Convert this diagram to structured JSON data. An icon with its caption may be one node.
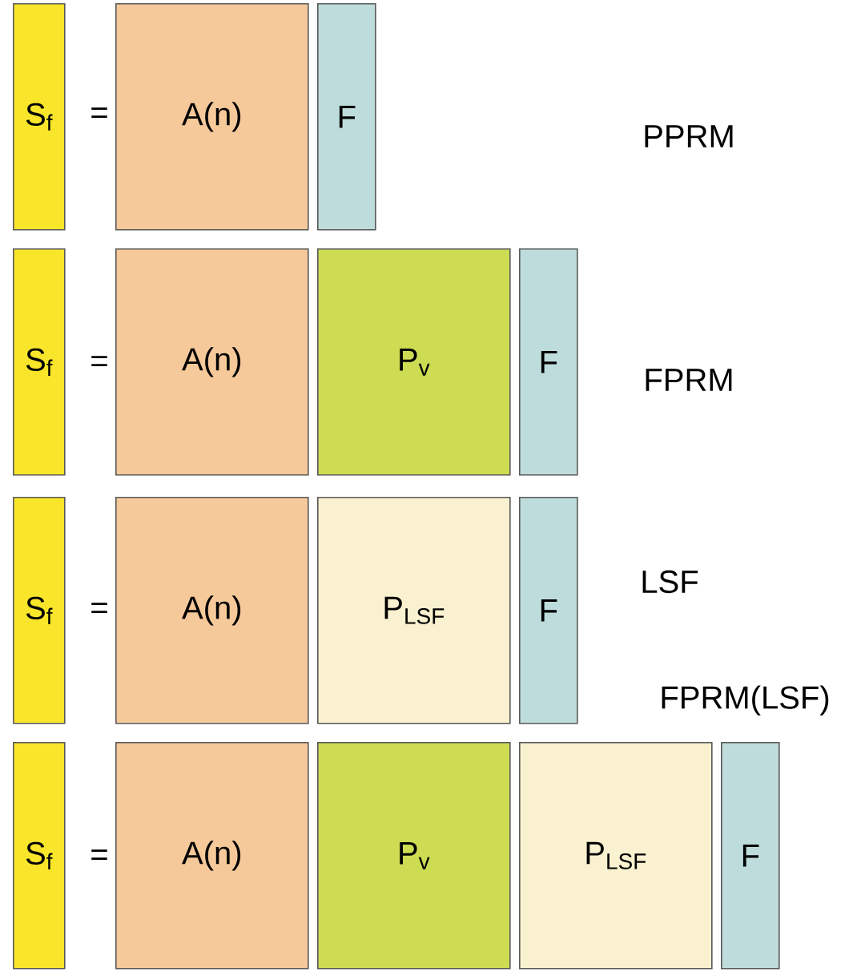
{
  "diagram": {
    "nodes": [
      {
        "text": [
          "S$_{f}$"
        ]
      },
      {
        "text": [
          "A(n)"
        ]
      },
      {
        "text": [
          "F"
        ]
      },
      {
        "text": [
          "S$_{f}$"
        ]
      },
      {
        "text": [
          "A(n)"
        ]
      },
      {
        "text": [
          "P$_{v}$"
        ]
      },
      {
        "text": [
          "F"
        ]
      },
      {
        "text": [
          "S$_{f}$"
        ]
      },
      {
        "text": [
          "A(n)"
        ]
      },
      {
        "text": [
          "P$_{LSF}$"
        ]
      },
      {
        "text": [
          "F"
        ]
      },
      {
        "text": [
          "S$_{f}$"
        ]
      },
      {
        "text": [
          "A(n)"
        ]
      },
      {
        "text": [
          "P$_{v}$"
        ]
      },
      {
        "text": [
          "P$_{LSF}$"
        ]
      },
      {
        "text": [
          "F"
        ]
      }
    ],
    "labels": [
      "=",
      "PPRM",
      "=",
      "FPRM",
      "=",
      "LSF",
      "FPRM(LSF)",
      "="
    ]
  }
}
